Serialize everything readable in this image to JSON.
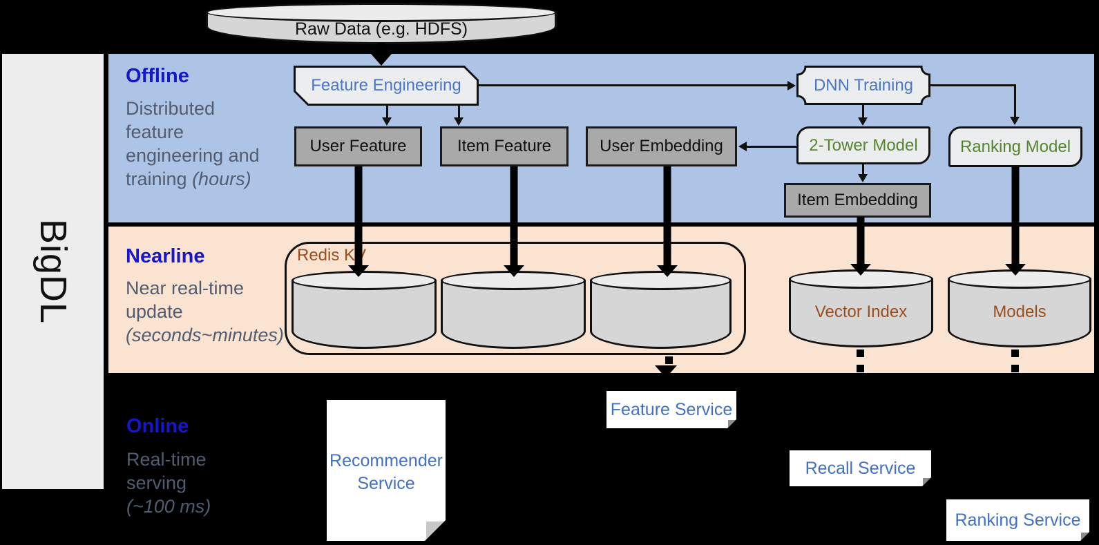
{
  "sidebar": {
    "label": "BigDL"
  },
  "raw_data": {
    "label": "Raw Data (e.g. HDFS)"
  },
  "sections": {
    "offline": {
      "label": "Offline",
      "desc_lines": [
        "Distributed",
        "feature",
        "engineering and"
      ],
      "desc_tail": "training ",
      "desc_italic": "(hours)"
    },
    "nearline": {
      "label": "Nearline",
      "desc_lines": [
        "Near real-time",
        "update"
      ],
      "desc_italic": "(seconds~minutes)"
    },
    "online": {
      "label": "Online",
      "desc_lines": [
        "Real-time",
        "serving"
      ],
      "desc_italic": "(~100 ms)"
    }
  },
  "offline_boxes": {
    "feature_engineering": "Feature Engineering",
    "dnn_training": "DNN Training",
    "user_feature": "User Feature",
    "item_feature": "Item Feature",
    "user_embedding": "User Embedding",
    "two_tower_model": "2-Tower Model",
    "ranking_model": "Ranking Model",
    "item_embedding": "Item Embedding"
  },
  "nearline_items": {
    "redis_kv": "Redis KV",
    "vector_index": "Vector Index",
    "models": "Models"
  },
  "services": {
    "recommender_line1": "Recommender",
    "recommender_line2": "Service",
    "feature": "Feature Service",
    "recall": "Recall Service",
    "ranking": "Ranking Service"
  },
  "colors": {
    "offline_band": "#aec4e7",
    "nearline_band": "#fbe3d2",
    "background": "#000000",
    "sidebar": "#ededed",
    "section_label_blue": "#1517c9",
    "description_gray": "#515c70",
    "box_text_blue": "#4a76ca",
    "box_text_green": "#54862f",
    "store_text_brown": "#9a4e1e",
    "dark_box_fill": "#a9a9a9",
    "light_box_fill": "#ecedee",
    "service_text_blue": "#4170c4"
  }
}
